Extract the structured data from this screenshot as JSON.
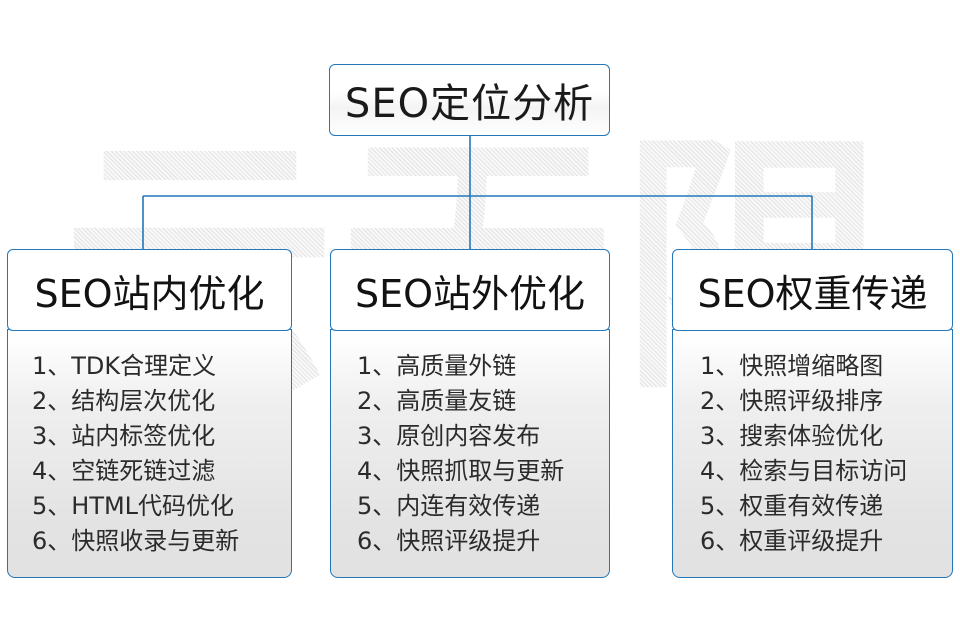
{
  "diagram": {
    "watermark_text": "云无限",
    "accent_color": "#2277bb",
    "root": {
      "label": "SEO定位分析"
    },
    "columns": [
      {
        "header": "SEO站内优化",
        "items": [
          "1、TDK合理定义",
          "2、结构层次优化",
          "3、站内标签优化",
          "4、空链死链过滤",
          "5、HTML代码优化",
          "6、快照收录与更新"
        ]
      },
      {
        "header": "SEO站外优化",
        "items": [
          "1、高质量外链",
          "2、高质量友链",
          "3、原创内容发布",
          "4、快照抓取与更新",
          "5、内连有效传递",
          "6、快照评级提升"
        ]
      },
      {
        "header": "SEO权重传递",
        "items": [
          "1、快照增缩略图",
          "2、快照评级排序",
          "3、搜索体验优化",
          "4、检索与目标访问",
          "5、权重有效传递",
          "6、权重评级提升"
        ]
      }
    ]
  }
}
